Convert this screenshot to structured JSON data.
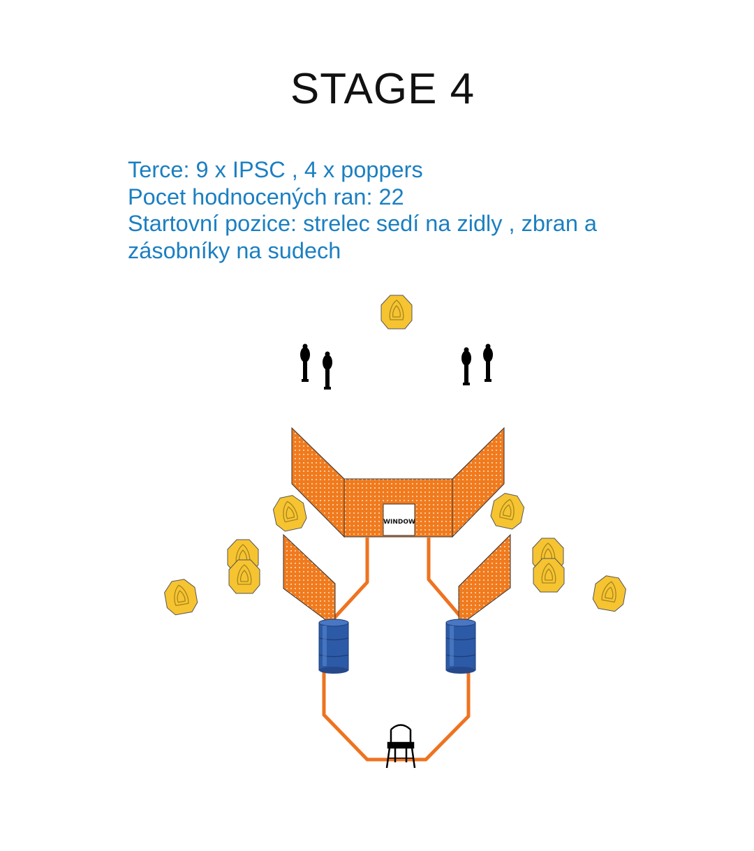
{
  "stage": {
    "title": "STAGE 4",
    "info_lines": [
      "Terce: 9 x IPSC , 4 x poppers",
      "Pocet hodnocených ran: 22",
      "Startovní pozice: strelec sedí na zidly , zbran a",
      "zásobníky na sudech"
    ]
  },
  "diagram": {
    "window_label": "WINDOW",
    "colors": {
      "wall_orange": "#f07b1e",
      "path_orange": "#ee7320",
      "target_yellow": "#f6c431",
      "barrel_blue": "#2d5aa6",
      "popper_black": "#000000",
      "text_blue": "#1b7fc1"
    },
    "elements": {
      "ipsc_targets": 9,
      "poppers": 4,
      "barrels": 2,
      "chair": 1
    }
  }
}
